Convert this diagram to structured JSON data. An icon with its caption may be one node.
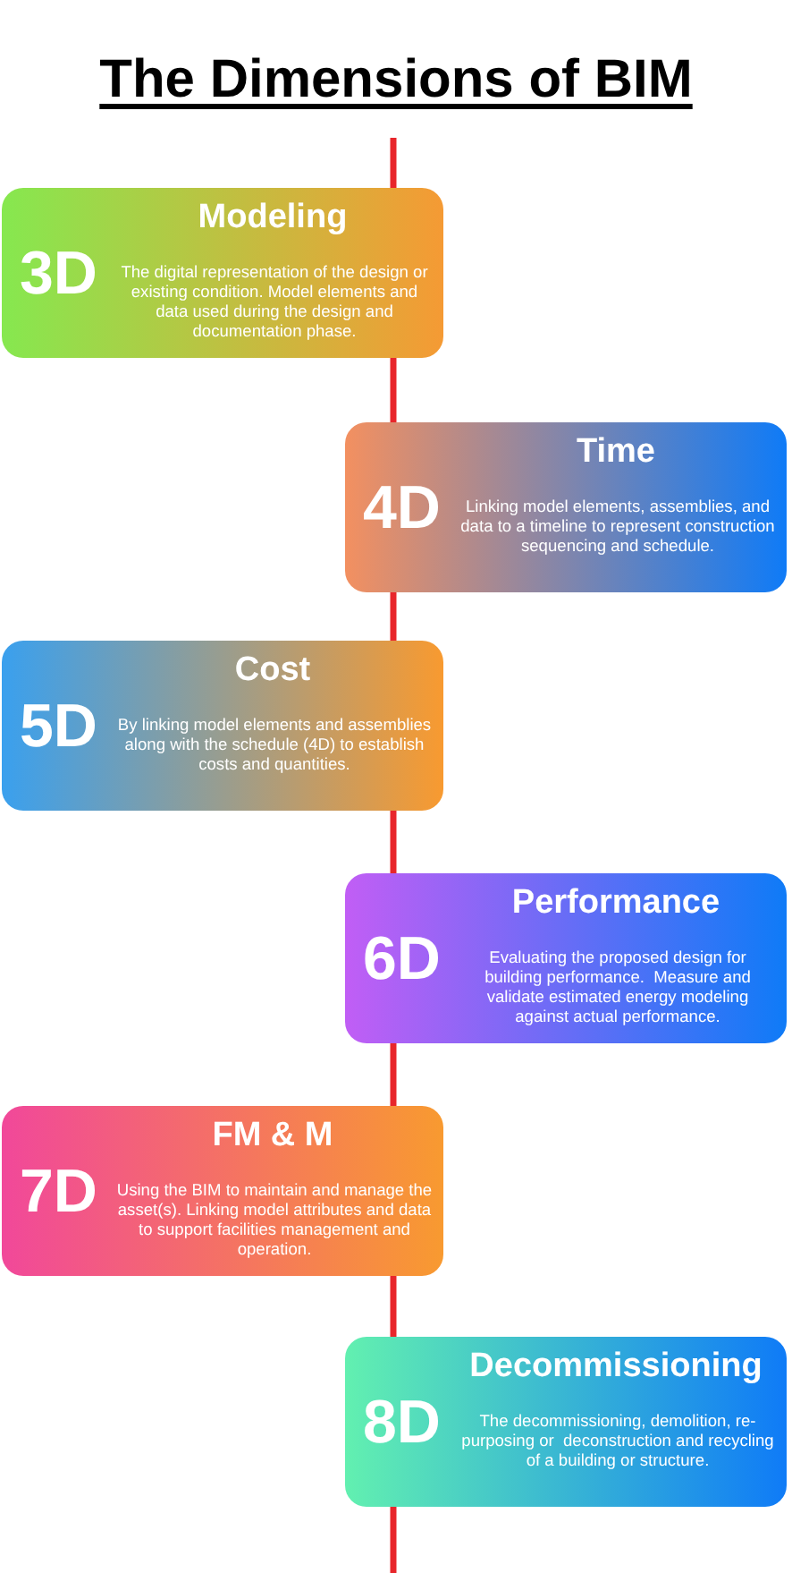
{
  "diagram": {
    "title": "The Dimensions of BIM",
    "nodes": [
      {
        "text": [
          "3D",
          "Modeling",
          "The digital representation of the design or existing condition. Model elements and data used during the design and documentation phase."
        ]
      },
      {
        "text": [
          "4D",
          "Time",
          "Linking model elements, assemblies, and data to a timeline to represent construction sequencing and schedule."
        ]
      },
      {
        "text": [
          "5D",
          "Cost",
          "By linking model elements and assemblies along with the schedule (4D) to establish costs and quantities."
        ]
      },
      {
        "text": [
          "6D",
          "Performance",
          "Evaluating the proposed design for building performance.  Measure and validate estimated energy modeling against actual performance."
        ]
      },
      {
        "text": [
          "7D",
          "FM & M",
          "Using the BIM to maintain and manage the asset(s). Linking model attributes and data to support facilities management and operation."
        ]
      },
      {
        "text": [
          "8D",
          "Decommissioning",
          "The decommissioning, demolition, re-purposing or  deconstruction and recycling of a building or structure."
        ]
      }
    ]
  }
}
